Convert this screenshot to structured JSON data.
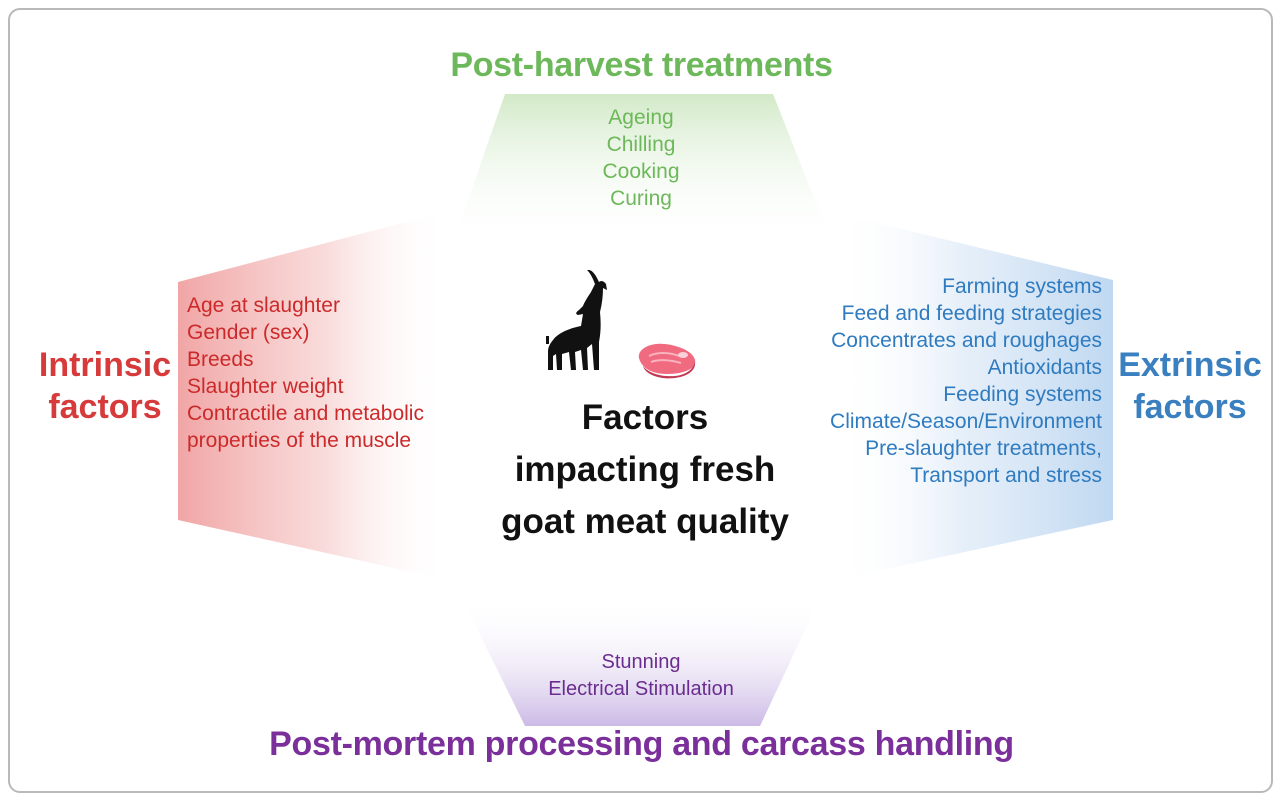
{
  "sections": {
    "top": {
      "title": "Post-harvest treatments",
      "items": [
        "Ageing",
        "Chilling",
        "Cooking",
        "Curing"
      ],
      "color": "#6db85a"
    },
    "left": {
      "title_line1": "Intrinsic",
      "title_line2": "factors",
      "items": [
        "Age at slaughter",
        "Gender (sex)",
        "Breeds",
        "Slaughter weight",
        "Contractile and metabolic",
        "properties of the muscle"
      ],
      "color": "#d63a3a"
    },
    "right": {
      "title_line1": "Extrinsic",
      "title_line2": "factors",
      "items": [
        "Farming systems",
        "Feed and feeding strategies",
        "Concentrates and roughages",
        "Antioxidants",
        "Feeding systems",
        "Climate/Season/Environment",
        "Pre-slaughter treatments,",
        "Transport and stress"
      ],
      "color": "#3a7fbf"
    },
    "bottom": {
      "title": "Post-mortem processing and carcass handling",
      "items": [
        "Stunning",
        "Electrical Stimulation"
      ],
      "color": "#7b2f9b"
    }
  },
  "center": {
    "line1": "Factors",
    "line2": "impacting fresh",
    "line3": "goat meat quality"
  },
  "icons": [
    "goat-icon",
    "meat-steak-icon"
  ]
}
